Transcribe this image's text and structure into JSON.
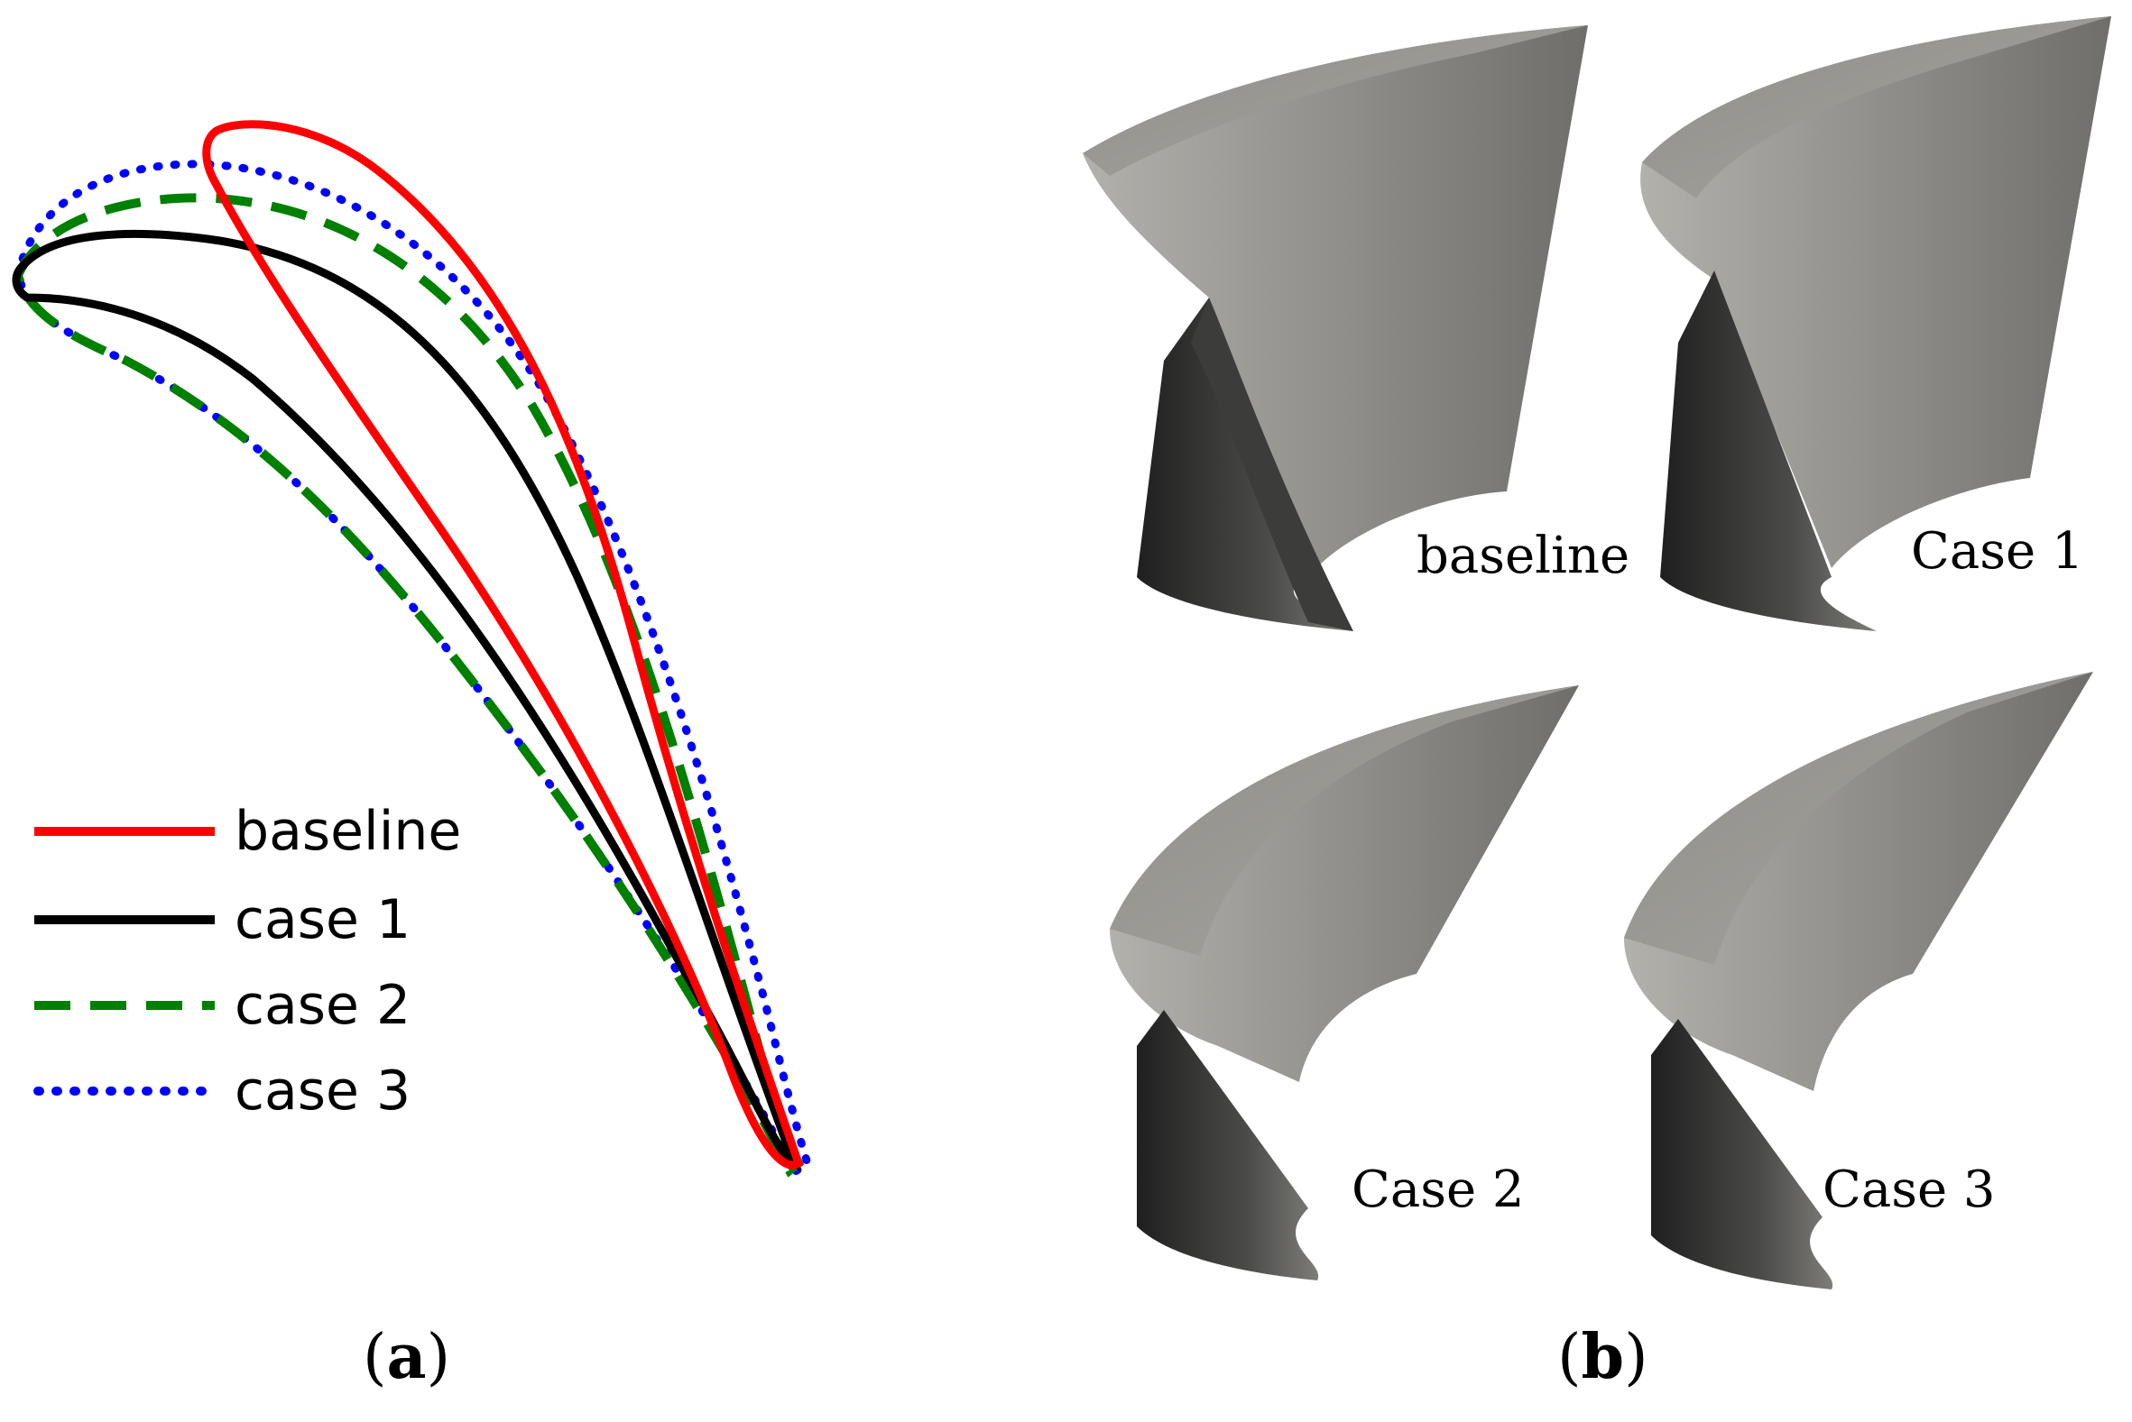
{
  "legend": {
    "items": [
      {
        "label": "baseline",
        "color": "#ff0000",
        "style": "solid"
      },
      {
        "label": "case 1",
        "color": "#000000",
        "style": "solid"
      },
      {
        "label": "case 2",
        "color": "#008000",
        "style": "dashed"
      },
      {
        "label": "case 3",
        "color": "#0000ff",
        "style": "dotted"
      }
    ]
  },
  "blades": {
    "labels": [
      "baseline",
      "Case  1",
      "Case  2",
      "Case  3"
    ]
  },
  "captions": {
    "a_open": "(",
    "a_letter": "a",
    "a_close": ")",
    "b_open": "(",
    "b_letter": "b",
    "b_close": ")"
  },
  "colors": {
    "blade_light": "#a9a8a3",
    "blade_mid": "#7b7a76",
    "blade_dark": "#2e2e2e"
  }
}
